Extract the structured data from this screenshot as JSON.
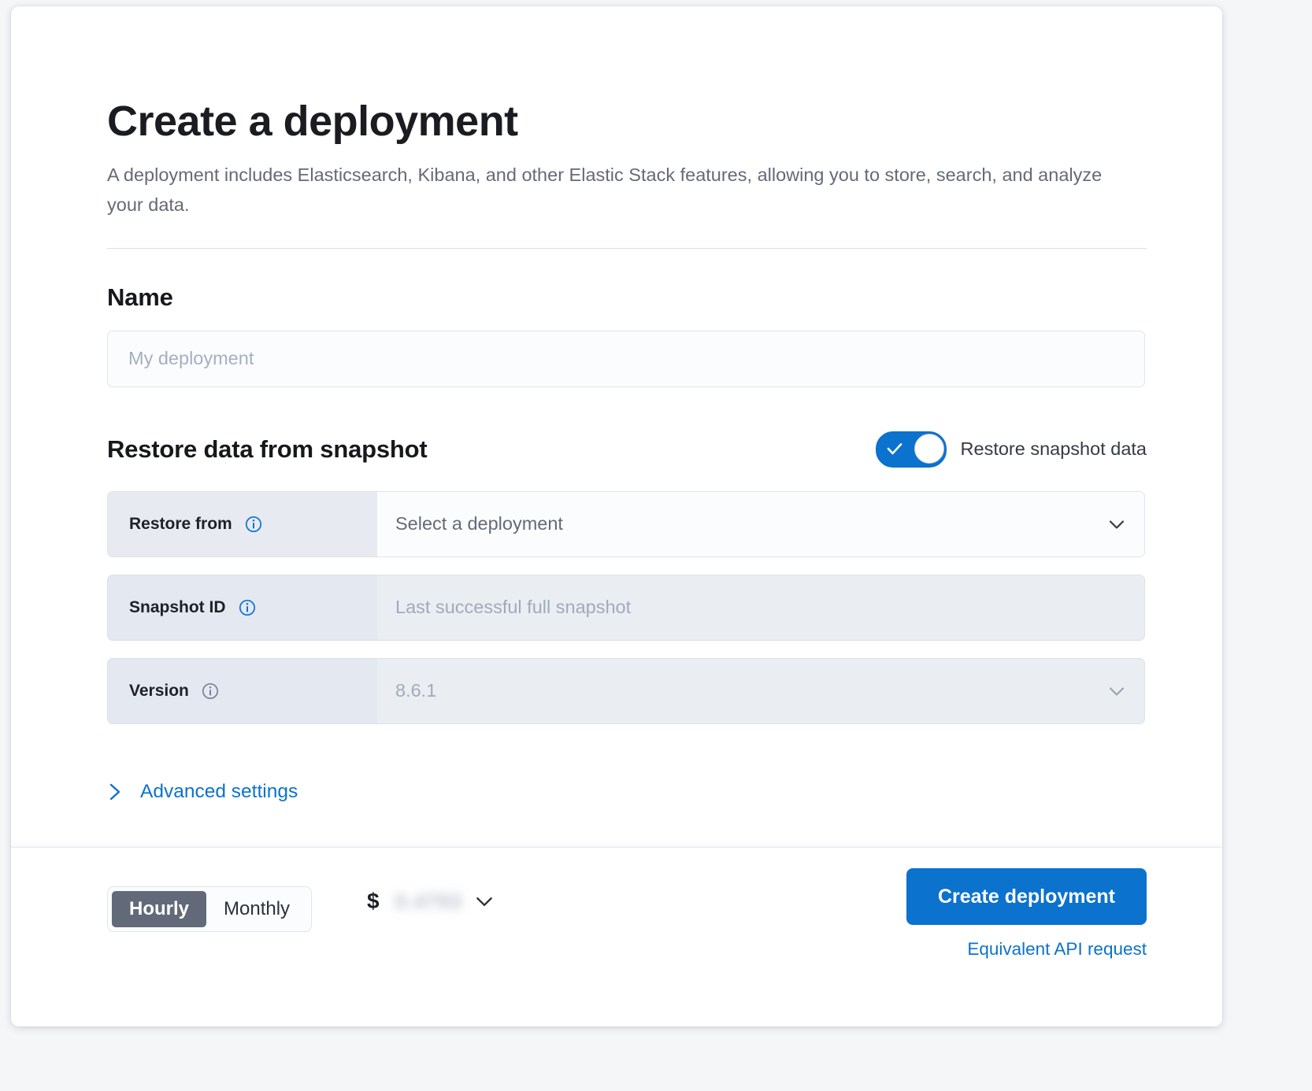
{
  "page": {
    "title": "Create a deployment",
    "subtitle": "A deployment includes Elasticsearch, Kibana, and other Elastic Stack features, allowing you to store, search, and analyze your data."
  },
  "name_section": {
    "heading": "Name",
    "input_placeholder": "My deployment",
    "input_value": ""
  },
  "restore_section": {
    "heading": "Restore data from snapshot",
    "toggle": {
      "label": "Restore snapshot data",
      "checked": true
    },
    "rows": [
      {
        "label": "Restore from",
        "value": "Select a deployment",
        "control": "select",
        "disabled": false,
        "info_icon": "info-icon",
        "info_icon_color": "#0b72ce"
      },
      {
        "label": "Snapshot ID",
        "value": "Last successful full snapshot",
        "control": "text",
        "disabled": true,
        "info_icon": "info-icon",
        "info_icon_color": "#0b72ce"
      },
      {
        "label": "Version",
        "value": "8.6.1",
        "control": "select",
        "disabled": true,
        "info_icon": "info-icon",
        "info_icon_color": "#7b8294"
      }
    ],
    "advanced_settings": {
      "label": "Advanced settings",
      "icon": "chevron-right-icon",
      "expanded": false
    }
  },
  "footer": {
    "billing_toggle": {
      "options": [
        "Hourly",
        "Monthly"
      ],
      "selected": "Hourly"
    },
    "price": {
      "currency_symbol": "$",
      "amount_redacted": "0.4793",
      "chevron": "chevron-down-icon"
    },
    "create_button": "Create deployment",
    "api_link": "Equivalent API request"
  },
  "colors": {
    "accent": "#0b72ce",
    "heading": "#1a1c21",
    "muted_text": "#646a77",
    "placeholder": "#a7aec0",
    "prepend_bg": "#e7eaf1",
    "disabled_bg": "#eaeef3",
    "segment_active_bg": "#626a79"
  }
}
